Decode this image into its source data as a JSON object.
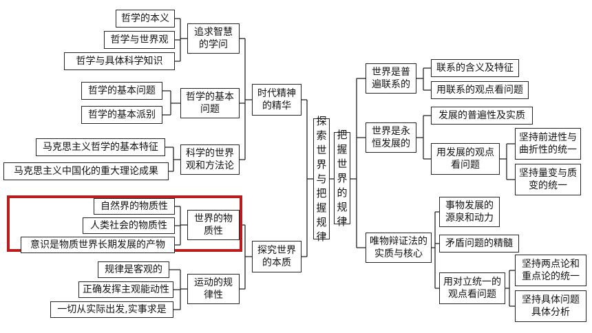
{
  "root": "探\n索\n世\n界\n与\n把\n握\n规\n律",
  "branches": {
    "spirit": "时代精神\n的精华",
    "essence": "探究世界\n的本质",
    "grasp": "把\n握\n世\n界\n的\n规\n律"
  },
  "spirit_children": {
    "wisdom": "追求智慧\n的学问",
    "basic": "哲学的基本\n问题",
    "scientific": "科学的世界\n观和方法论"
  },
  "wisdom_leaves": [
    "哲学的本义",
    "哲学与世界观",
    "哲学与具体科学知识"
  ],
  "basic_leaves": [
    "哲学的基本问题",
    "哲学的基本派别"
  ],
  "scientific_leaves": [
    "马克思主义哲学的基本特征",
    "马克思主义中国化的重大理论成果"
  ],
  "essence_children": {
    "material": "世界的物\n质性",
    "motion": "运动的规\n律性"
  },
  "material_leaves": [
    "自然界的物质性",
    "人类社会的物质性",
    "意识是物质世界长期发展的产物"
  ],
  "motion_leaves": [
    "规律是客观的",
    "正确发挥主观能动性",
    "一切从实际出发,实事求是"
  ],
  "grasp_children": {
    "connection": "世界是普\n遍联系的",
    "development": "世界是永\n恒发展的",
    "dialectic": "唯物辩证法的\n实质与核心"
  },
  "connection_leaves": [
    "联系的含义及特征",
    "用联系的观点看问题"
  ],
  "development_leaves": {
    "universality": "发展的普遍性及实质",
    "view": "用发展的观点\n看问题",
    "view_leaves": [
      "坚持前进性与\n曲折性的统一",
      "坚持量变与质\n变的统一"
    ]
  },
  "dialectic_leaves": {
    "source": "事物发展的\n源泉和动力",
    "essence": "矛盾问题的精髓",
    "unity": "用对立统一的\n观点看问题",
    "unity_leaves": [
      "坚持两点论和\n重点论的统一",
      "坚持具体问题\n具体分析"
    ]
  }
}
